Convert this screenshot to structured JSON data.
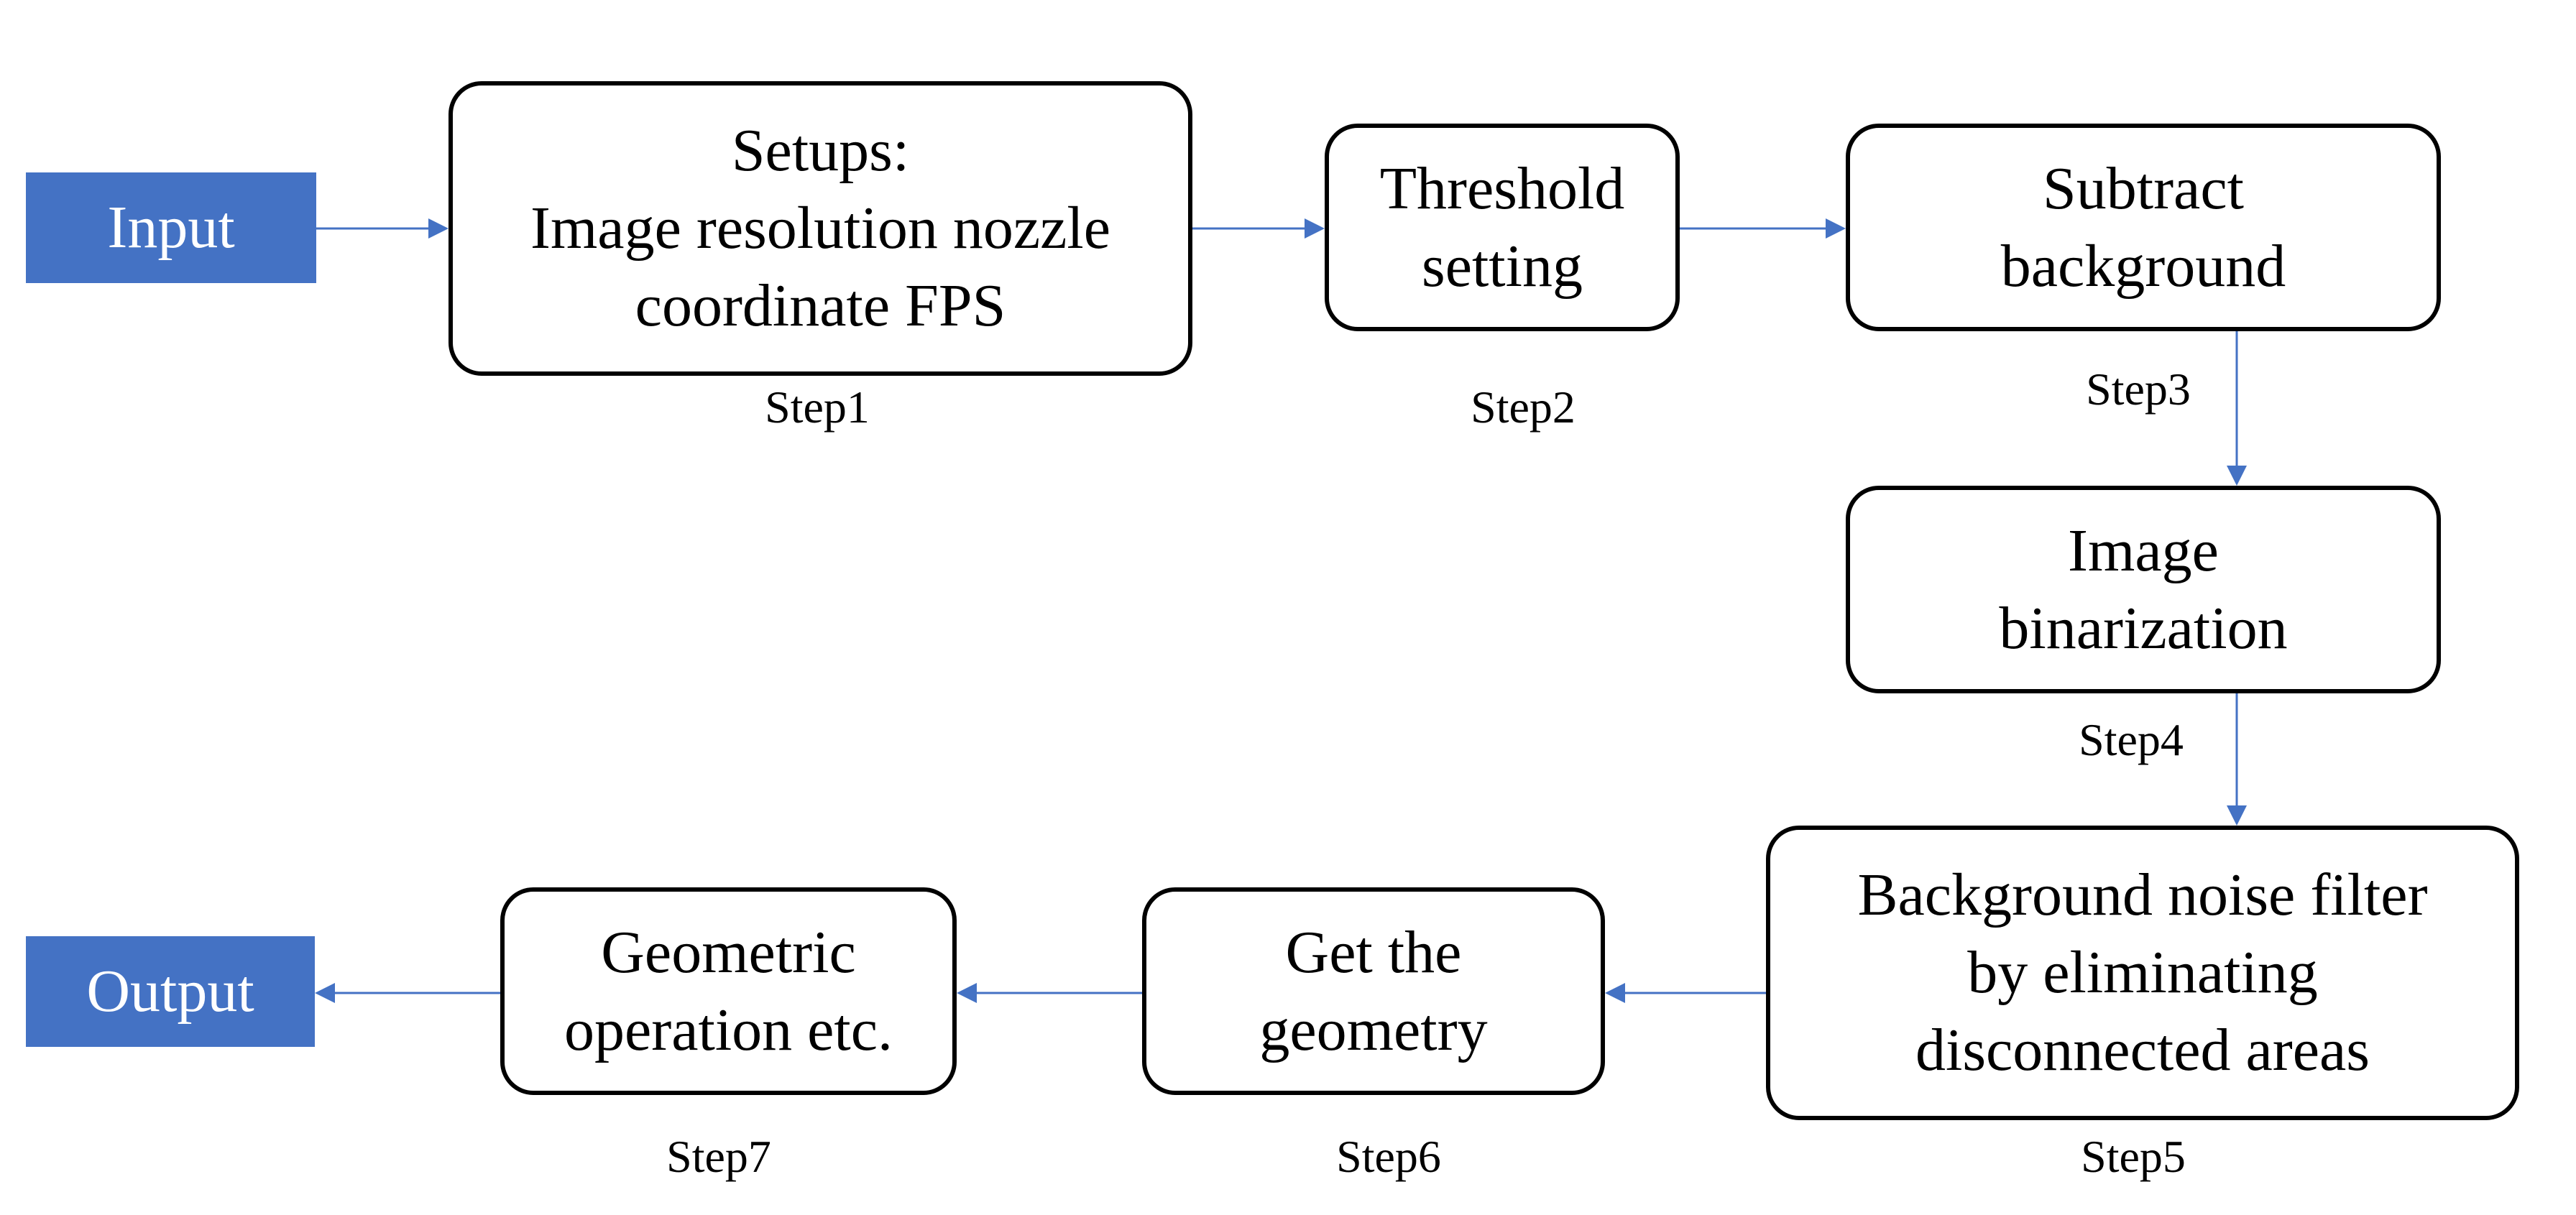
{
  "input": {
    "label": "Input"
  },
  "output": {
    "label": "Output"
  },
  "steps": [
    {
      "id": "step1",
      "lines": [
        "Setups:",
        "Image resolution nozzle",
        "coordinate FPS"
      ],
      "label": "Step1"
    },
    {
      "id": "step2",
      "lines": [
        "Threshold",
        "setting"
      ],
      "label": "Step2"
    },
    {
      "id": "step3",
      "lines": [
        "Subtract",
        "background"
      ],
      "label": "Step3"
    },
    {
      "id": "step4",
      "lines": [
        "Image",
        "binarization"
      ],
      "label": "Step4"
    },
    {
      "id": "step5",
      "lines": [
        "Background noise filter",
        "by eliminating",
        "disconnected  areas"
      ],
      "label": "Step5"
    },
    {
      "id": "step6",
      "lines": [
        "Get the",
        "geometry"
      ],
      "label": "Step6"
    },
    {
      "id": "step7",
      "lines": [
        "Geometric",
        "operation etc."
      ],
      "label": "Step7"
    }
  ],
  "colors": {
    "io_fill": "#4472C4",
    "io_text": "#FFFFFF",
    "arrow": "#4472C4",
    "box_border": "#000000"
  }
}
